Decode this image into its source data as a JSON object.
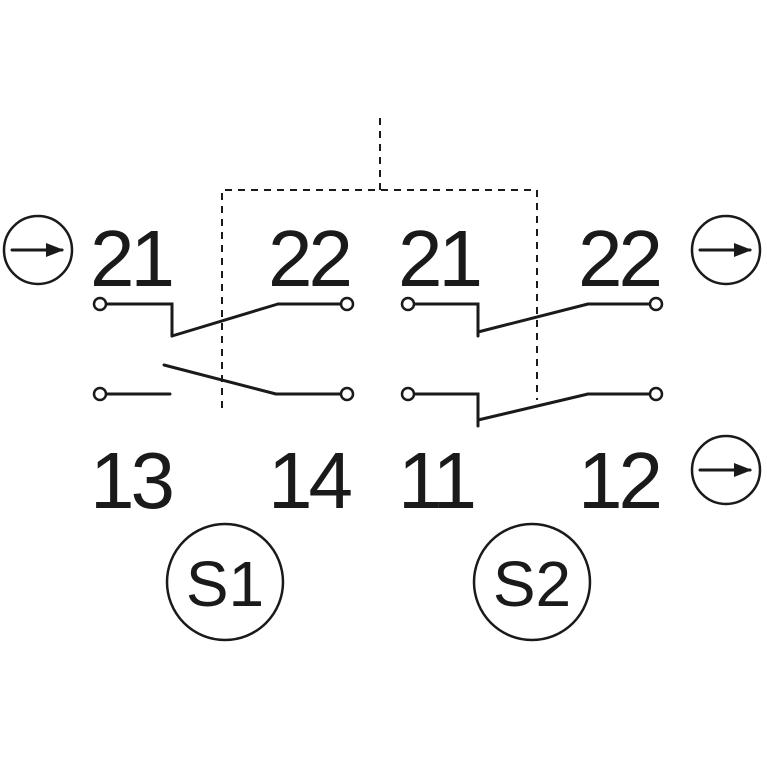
{
  "terminals": {
    "s1_top_left": "21",
    "s1_top_right": "22",
    "s2_top_left": "21",
    "s2_top_right": "22",
    "s1_bottom_left": "13",
    "s1_bottom_right": "14",
    "s2_bottom_left": "11",
    "s2_bottom_right": "12"
  },
  "switches": {
    "s1": "S1",
    "s2": "S2"
  },
  "icons": {
    "direction_arrow": "right-arrow-in-circle"
  }
}
